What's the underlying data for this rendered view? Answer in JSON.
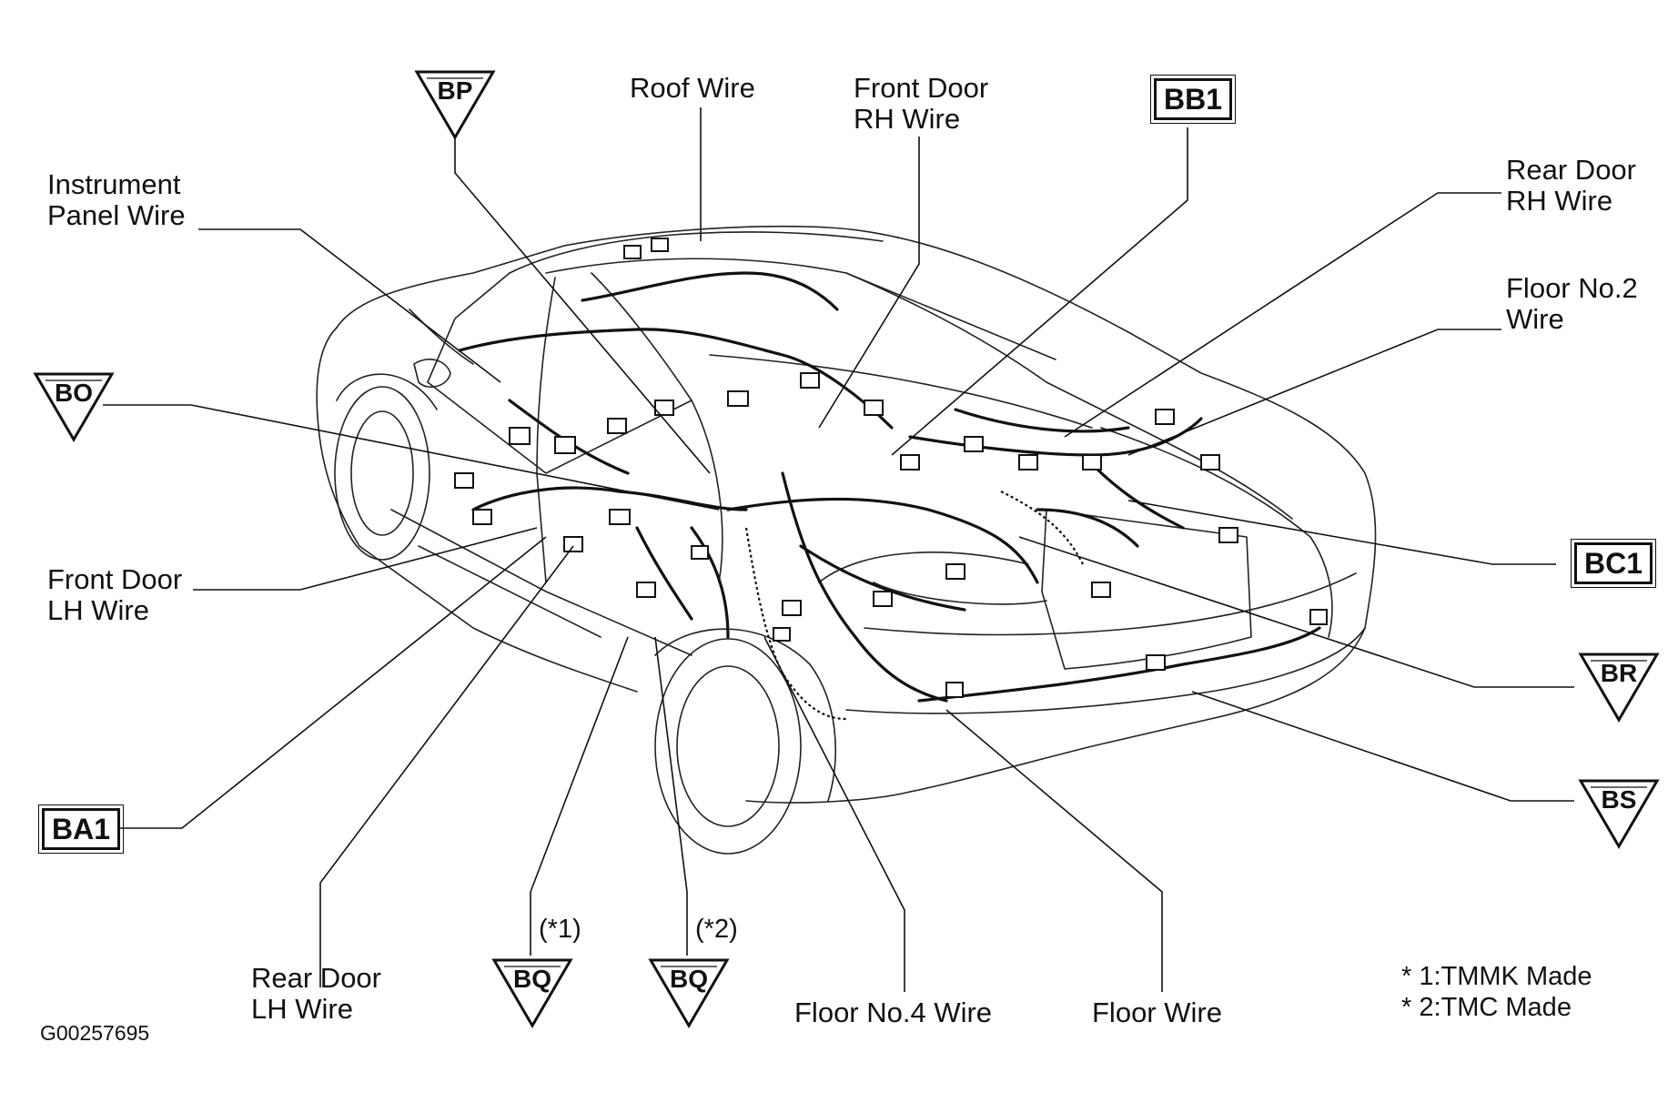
{
  "labels": {
    "roof_wire": "Roof Wire",
    "front_door_rh_1": "Front Door",
    "front_door_rh_2": "RH Wire",
    "instrument_panel_1": "Instrument",
    "instrument_panel_2": "Panel Wire",
    "rear_door_rh_1": "Rear Door",
    "rear_door_rh_2": "RH Wire",
    "floor_no2_1": "Floor No.2",
    "floor_no2_2": "Wire",
    "front_door_lh_1": "Front Door",
    "front_door_lh_2": "LH Wire",
    "rear_door_lh_1": "Rear Door",
    "rear_door_lh_2": "LH Wire",
    "floor_no4": "Floor No.4 Wire",
    "floor_wire": "Floor Wire"
  },
  "boxed_connectors": {
    "bb1": "BB1",
    "bc1": "BC1",
    "ba1": "BA1"
  },
  "triangle_connectors": {
    "bp": "BP",
    "bo": "BO",
    "br": "BR",
    "bs": "BS",
    "bq1": "BQ",
    "bq2": "BQ"
  },
  "variant_marks": {
    "mark1": "(*1)",
    "mark2": "(*2)"
  },
  "notes": {
    "line1": "* 1:TMMK Made",
    "line2": "* 2:TMC Made"
  },
  "figure_id": "G00257695"
}
